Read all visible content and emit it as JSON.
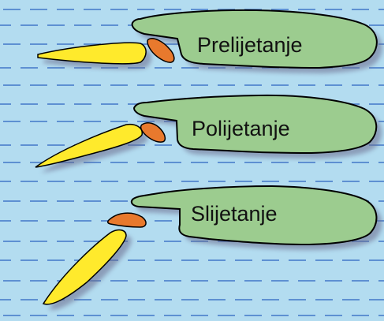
{
  "labels": {
    "cruise": "Prelijetanje",
    "takeoff": "Polijetanje",
    "landing": "Slijetanje"
  },
  "colors": {
    "background": "#b3dcf0",
    "streamline": "#5e90d2",
    "wing_fill": "#9ccc8f",
    "slat_fill": "#e8792d",
    "flap_fill": "#ffea2c",
    "outline": "#000000",
    "shadow": "#6a6a8c"
  }
}
